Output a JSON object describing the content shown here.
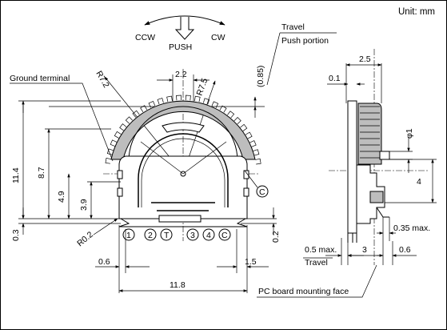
{
  "unit_label": "Unit: mm",
  "operation": {
    "ccw": "CCW",
    "push": "PUSH",
    "cw": "CW"
  },
  "callouts": {
    "travel": "Travel",
    "push_portion": "Push portion",
    "ground_terminal": "Ground terminal",
    "pc_board_face": "PC board mounting face"
  },
  "front_view": {
    "dims": {
      "r72": "R7.2",
      "r75": "R7.5",
      "w22": "2.2",
      "d085": "(0.85)",
      "h114": "11.4",
      "h87": "8.7",
      "h49": "4.9",
      "h39": "3.9",
      "h03": "0.3",
      "r02": "R0.2",
      "w06": "0.6",
      "w15": "1.5",
      "w118": "11.8",
      "d02": "0.2"
    },
    "terminals": [
      "1",
      "2",
      "T",
      "3",
      "4",
      "C"
    ],
    "hub_label": "C"
  },
  "side_view": {
    "dims": {
      "w25": "2.5",
      "d01": "0.1",
      "dia1": "φ1",
      "h4": "4",
      "d035": "0.35 max.",
      "d05": "0.5 max.",
      "w3": "3",
      "w06": "0.6",
      "travel": "Travel"
    }
  }
}
